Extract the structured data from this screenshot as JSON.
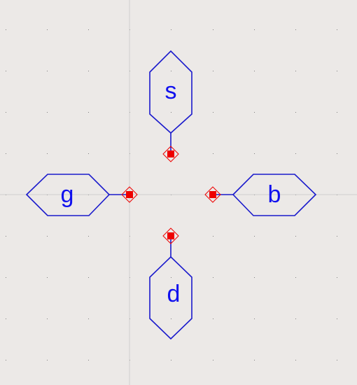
{
  "canvas": {
    "background": "#ece9e7",
    "grid_dot_color": "#7f7f7f",
    "axis_color": "#cfcfcf"
  },
  "colors": {
    "pin_outline": "#1a1acc",
    "pin_text": "#1010ee",
    "connector_fill": "#ee0000",
    "connector_outline": "#ee0000"
  },
  "pins": {
    "s": {
      "label": "s"
    },
    "g": {
      "label": "g"
    },
    "b": {
      "label": "b"
    },
    "d": {
      "label": "d"
    }
  }
}
